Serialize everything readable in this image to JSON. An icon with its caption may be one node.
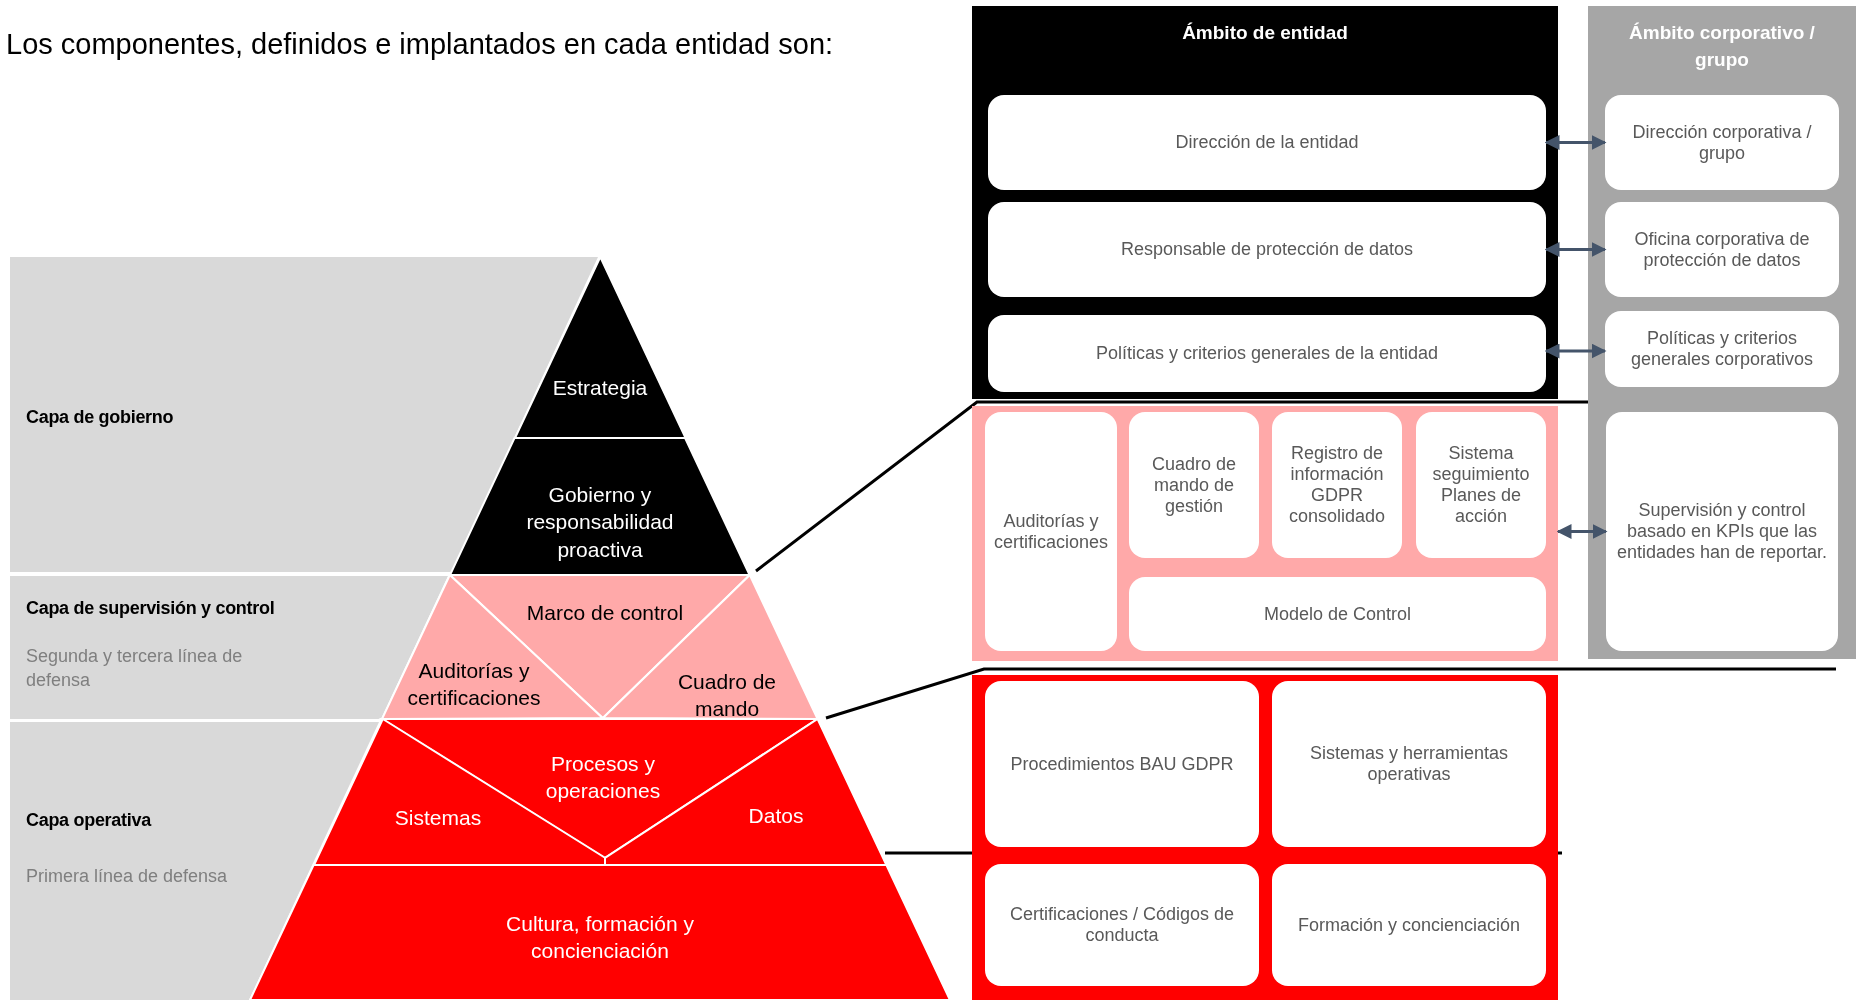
{
  "diagram": {
    "title": "Los componentes, definidos e implantados en cada  entidad son:",
    "nodes": [
      {
        "text": [
          "Capa de gobierno"
        ]
      },
      {
        "text": [
          "Capa de supervisión y control",
          "Segunda y tercera línea de defensa"
        ]
      },
      {
        "text": [
          "Capa operativa",
          "Primera línea de defensa"
        ]
      },
      {
        "text": [
          "Estrategia"
        ]
      },
      {
        "text": [
          "Gobierno y responsabilidad proactiva"
        ]
      },
      {
        "text": [
          "Marco de control"
        ]
      },
      {
        "text": [
          "Auditorías y certificaciones"
        ]
      },
      {
        "text": [
          "Cuadro de mando"
        ]
      },
      {
        "text": [
          "Procesos y operaciones"
        ]
      },
      {
        "text": [
          "Sistemas"
        ]
      },
      {
        "text": [
          "Datos"
        ]
      },
      {
        "text": [
          "Cultura, formación y concienciación"
        ]
      },
      {
        "text": [
          "Ámbito de entidad"
        ]
      },
      {
        "text": [
          "Dirección de la entidad"
        ],
        "in": 12
      },
      {
        "text": [
          "Responsable de protección de datos"
        ],
        "in": 12
      },
      {
        "text": [
          "Políticas y criterios generales de la entidad"
        ],
        "in": 12
      },
      {
        "text": [
          "Ámbito corporativo / grupo"
        ]
      },
      {
        "text": [
          "Dirección corporativa / grupo"
        ],
        "in": 16
      },
      {
        "text": [
          "Oficina corporativa de protección de datos"
        ],
        "in": 16
      },
      {
        "text": [
          "Políticas y criterios generales corporativos"
        ],
        "in": 16
      },
      {
        "text": [
          "Supervisión y control basado en KPIs que las entidades han de reportar."
        ],
        "in": 16
      },
      {
        "text": [],
        "shape": "box"
      },
      {
        "text": [
          "Auditorías y certificaciones"
        ],
        "in": 21
      },
      {
        "text": [
          "Cuadro de mando de gestión"
        ],
        "in": 21
      },
      {
        "text": [
          "Registro de información GDPR consolidado"
        ],
        "in": 21
      },
      {
        "text": [
          "Sistema seguimiento Planes de acción"
        ],
        "in": 21
      },
      {
        "text": [
          "Modelo de Control"
        ],
        "in": 21
      },
      {
        "text": [],
        "shape": "box"
      },
      {
        "text": [
          "Procedimientos BAU GDPR"
        ],
        "in": 27
      },
      {
        "text": [
          "Sistemas y herramientas operativas"
        ],
        "in": 27
      },
      {
        "text": [
          "Certificaciones / Códigos de conducta"
        ],
        "in": 27
      },
      {
        "text": [
          "Formación y concienciación"
        ],
        "in": 27
      }
    ],
    "edges": [
      {
        "from": 13,
        "to": 17,
        "arrow": "both"
      },
      {
        "from": 14,
        "to": 18,
        "arrow": "both"
      },
      {
        "from": 15,
        "to": 19,
        "arrow": "both"
      },
      {
        "from": 21,
        "to": 20,
        "arrow": "both"
      }
    ]
  }
}
